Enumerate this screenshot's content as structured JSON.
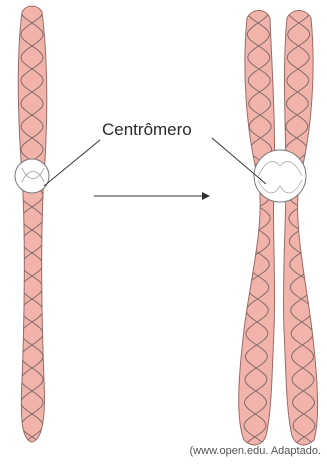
{
  "diagram": {
    "centromere_label": "Centrômero",
    "source": "(www.open.edu. Adaptado.",
    "colors": {
      "chromatid_fill": "#f2b4aa",
      "chromatid_stroke": "#9a6a66",
      "helix_stroke": "#7f6b6a",
      "centromere_fill": "#ffffff",
      "arrow": "#333333"
    },
    "icons": [
      "single-chromosome",
      "duplicated-chromosome",
      "centromere-circle",
      "arrow-right"
    ]
  }
}
